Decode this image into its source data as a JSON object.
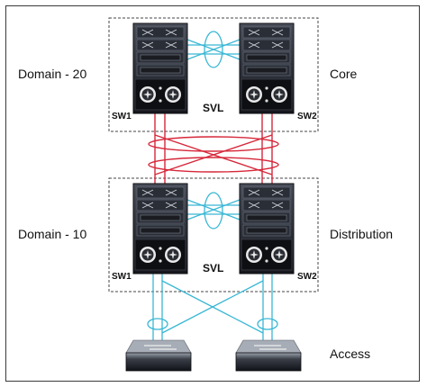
{
  "domains": {
    "core": {
      "label": "Domain - 20",
      "tier": "Core",
      "svl": "SVL",
      "sw_left": "SW1",
      "sw_right": "SW2"
    },
    "distribution": {
      "label": "Domain - 10",
      "tier": "Distribution",
      "svl": "SVL",
      "sw_left": "SW1",
      "sw_right": "SW2"
    }
  },
  "access": {
    "tier": "Access"
  },
  "colors": {
    "svl_link": "#39b7d4",
    "uplink": "#d6283a",
    "access_link": "#39b7d4",
    "chassis": "#1b1e26",
    "panel": "#3a3f4a"
  }
}
